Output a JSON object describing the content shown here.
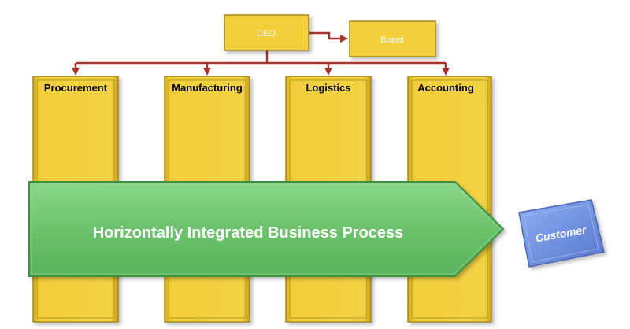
{
  "org": {
    "ceo_label": "CEO",
    "board_label": "Board",
    "departments": [
      {
        "label": "Procurement"
      },
      {
        "label": "Manufacturing"
      },
      {
        "label": "Logistics"
      },
      {
        "label": "Accounting"
      }
    ]
  },
  "process": {
    "label": "Horizontally Integrated Business Process"
  },
  "customer": {
    "label": "Customer"
  },
  "colors": {
    "box_fill": "#F2CF3A",
    "box_stroke": "#A08A1E",
    "connector": "#A8332C",
    "arrow_fill": "#6FC46F",
    "arrow_stroke": "#3E8F43",
    "customer_fill": "#6E8FE0",
    "customer_text": "#FFFFFF"
  }
}
